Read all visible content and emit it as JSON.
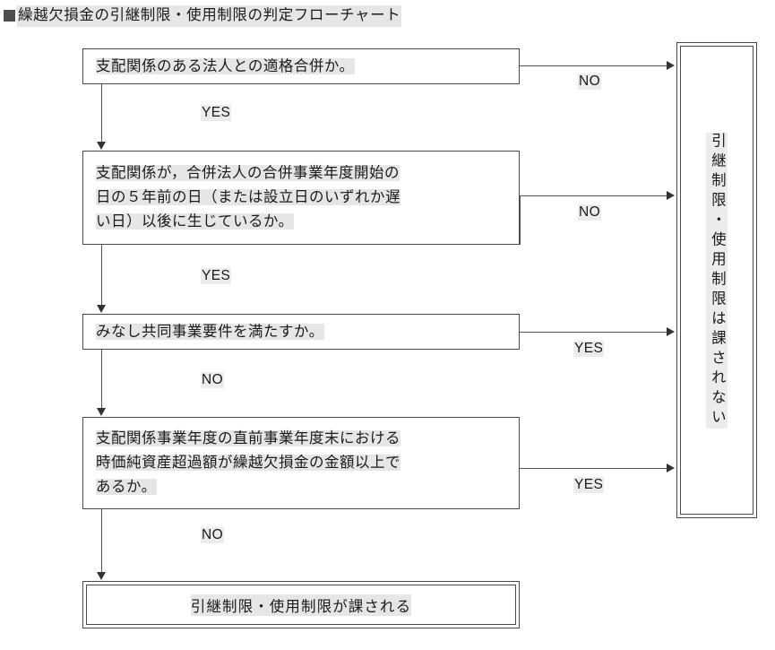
{
  "title": {
    "marker": "black-square-marker",
    "text": "繰越欠損金の引継制限・使用制限の判定フローチャート"
  },
  "flowchart": {
    "type": "decision-flowchart",
    "nodes": [
      {
        "id": "q1",
        "kind": "decision",
        "lines": [
          "支配関係のある法人との適格合併か。"
        ]
      },
      {
        "id": "q2",
        "kind": "decision",
        "lines": [
          "支配関係が，合併法人の合併事業年度開始の",
          "日の５年前の日（または設立日のいずれか遅",
          "い日）以後に生じているか。"
        ]
      },
      {
        "id": "q3",
        "kind": "decision",
        "lines": [
          "みなし共同事業要件を満たすか。"
        ]
      },
      {
        "id": "q4",
        "kind": "decision",
        "lines": [
          "支配関係事業年度の直前事業年度末における",
          "時価純資産超過額が繰越欠損金の金額以上で",
          "あるか。"
        ]
      },
      {
        "id": "result_restricted",
        "kind": "terminal",
        "lines": [
          "引継制限・使用制限が課される"
        ]
      },
      {
        "id": "result_not_restricted",
        "kind": "terminal-vertical",
        "lines": [
          "引継制限・使用制限は課されない"
        ]
      }
    ],
    "edges": [
      {
        "from": "q1",
        "to": "result_not_restricted",
        "label": "NO"
      },
      {
        "from": "q1",
        "to": "q2",
        "label": "YES"
      },
      {
        "from": "q2",
        "to": "result_not_restricted",
        "label": "NO"
      },
      {
        "from": "q2",
        "to": "q3",
        "label": "YES"
      },
      {
        "from": "q3",
        "to": "result_not_restricted",
        "label": "YES"
      },
      {
        "from": "q3",
        "to": "q4",
        "label": "NO"
      },
      {
        "from": "q4",
        "to": "result_not_restricted",
        "label": "YES"
      },
      {
        "from": "q4",
        "to": "result_restricted",
        "label": "NO"
      }
    ]
  },
  "colors": {
    "line": "#555555",
    "border": "#4a4a4a",
    "highlight": "#e6e6e6",
    "marker": "#4d4d4d",
    "text": "#1a1a1a"
  }
}
